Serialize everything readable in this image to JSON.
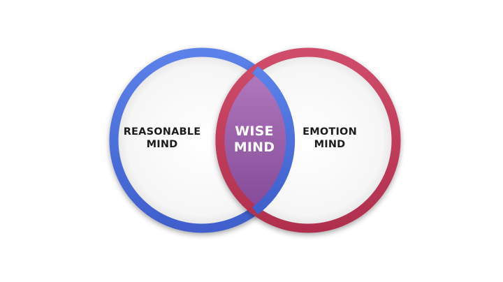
{
  "diagram": {
    "left_circle": {
      "line1": "REASONABLE",
      "line2": "MIND",
      "ring_color": "#4a6fd8"
    },
    "right_circle": {
      "line1": "EMOTION",
      "line2": "MIND",
      "ring_color": "#c23f5c"
    },
    "intersection": {
      "line1": "WISE",
      "line2": "MIND",
      "fill_color": "#9a5aa6"
    }
  }
}
